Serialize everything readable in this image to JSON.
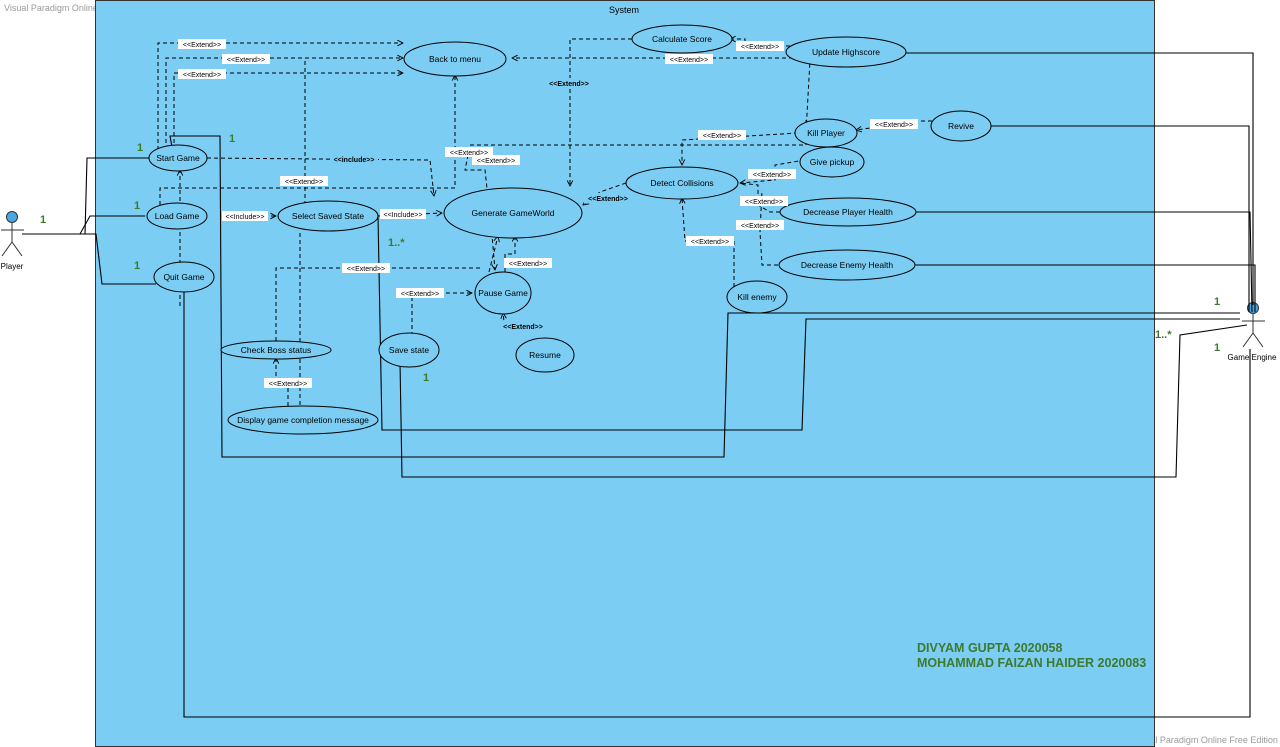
{
  "watermark_top": "Visual Paradigm Online Free Edition",
  "watermark_bottom": "Visual Paradigm Online Free Edition",
  "system": {
    "title": "System"
  },
  "actors": {
    "player": "Player",
    "game_engine": "Game Engine"
  },
  "use_cases": {
    "start_game": "Start Game",
    "load_game": "Load Game",
    "quit_game": "Quit Game",
    "select_saved_state": "Select Saved State",
    "back_to_menu": "Back to menu",
    "generate_gameworld": "Generate GameWorld",
    "calculate_score": "Calculate Score",
    "update_highscore": "Update Highscore",
    "kill_player": "Kill Player",
    "revive": "Revive",
    "give_pickup": "Give pickup",
    "detect_collisions": "Detect Collisions",
    "decrease_player_health": "Decrease Player Health",
    "decrease_enemy_health": "Decrease Enemy Health",
    "kill_enemy": "Kill enemy",
    "pause_game": "Pause Game",
    "resume": "Resume",
    "save_state": "Save state",
    "check_boss_status": "Check Boss status",
    "display_completion": "Display game completion message"
  },
  "stereotypes": {
    "extend": "<<Extend>>",
    "include": "<<Include>>",
    "include_lower": "<<include>>",
    "extend_lower": "<<extend>>"
  },
  "multiplicity": {
    "one": "1",
    "many": "1..*"
  },
  "authors": [
    "DIVYAM GUPTA 2020058",
    "MOHAMMAD FAIZAN HAIDER 2020083"
  ],
  "colors": {
    "system_fill": "#7ccdf3",
    "multiplicity": "#3d7a2e"
  }
}
